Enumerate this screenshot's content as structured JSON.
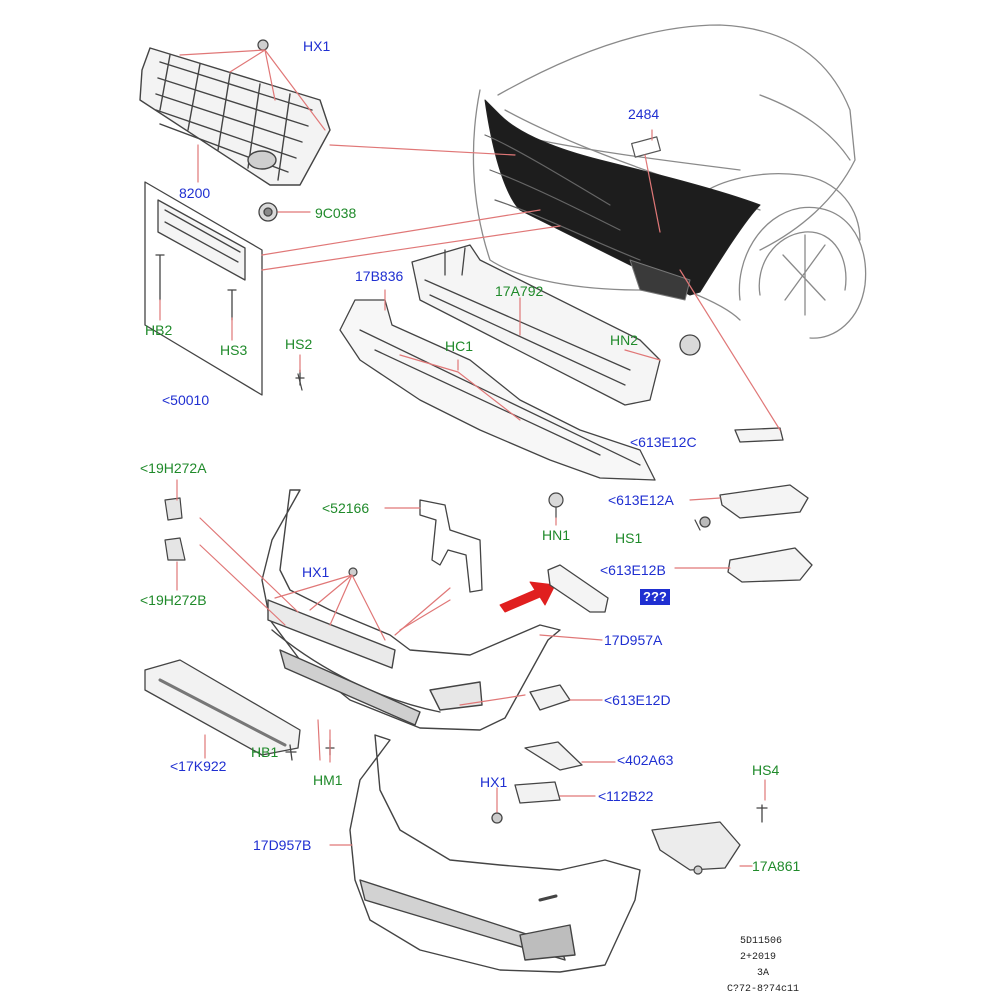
{
  "colors": {
    "leader_red": "#e07777",
    "arrow_red": "#e01f1f",
    "label_blue": "#1f2fd1",
    "label_green": "#1f8a2a",
    "outline": "#444444",
    "car_outline": "#888888"
  },
  "labels": {
    "hx1_top": "HX1",
    "grille": "8200",
    "c9c038": "9C038",
    "hood_badge": "2484",
    "plate_bracket": "<50010",
    "hb2": "HB2",
    "hs3": "HS3",
    "b17b836": "17B836",
    "a17a792": "17A792",
    "hs2": "HS2",
    "hc1": "HC1",
    "hn2": "HN2",
    "e613c": "<613E12C",
    "h19a": "<19H272A",
    "c52166": "<52166",
    "hn1": "HN1",
    "e613a": "<613E12A",
    "hs1": "HS1",
    "h19b": "<19H272B",
    "hx1_mid": "HX1",
    "e613b": "<613E12B",
    "highlight_tag": "???",
    "d17d957a": "17D957A",
    "e613d": "<613E12D",
    "k17k922": "<17K922",
    "hb1": "HB1",
    "hm1": "HM1",
    "a402": "<402A63",
    "hx1_low": "HX1",
    "b112": "<112B22",
    "hs4": "HS4",
    "d17d957b": "17D957B",
    "a17a861": "17A861"
  },
  "footer": {
    "line1": "5D11506",
    "line2": "2+2019",
    "line3": "3A",
    "line4": "C?72-8?74c11"
  }
}
